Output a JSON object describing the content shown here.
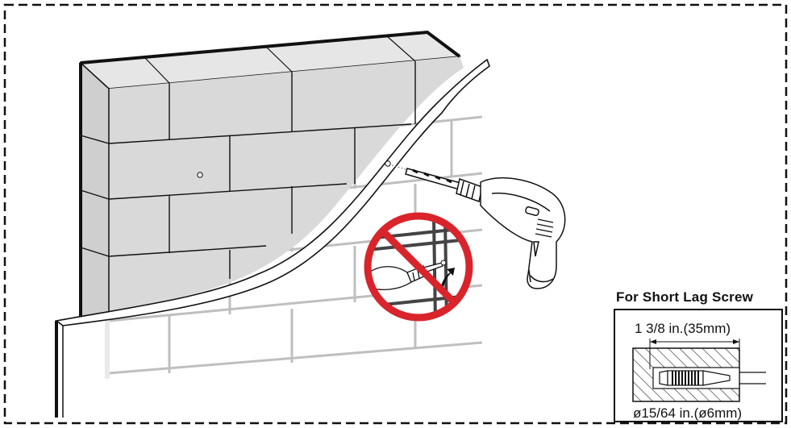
{
  "inset": {
    "title": "For Short Lag Screw",
    "depth_label": "1 3/8 in.(35mm)",
    "diameter_label": "ø15/64 in.(ø6mm)"
  },
  "colors": {
    "outline": "#111111",
    "block_face": "#d9d9d9",
    "block_top": "#e6e6e6",
    "prohibit_red": "#d9242b",
    "light_brick": "#bcbcbc"
  },
  "icons": [
    "drill-icon",
    "prohibited-icon",
    "arrow-icon"
  ]
}
